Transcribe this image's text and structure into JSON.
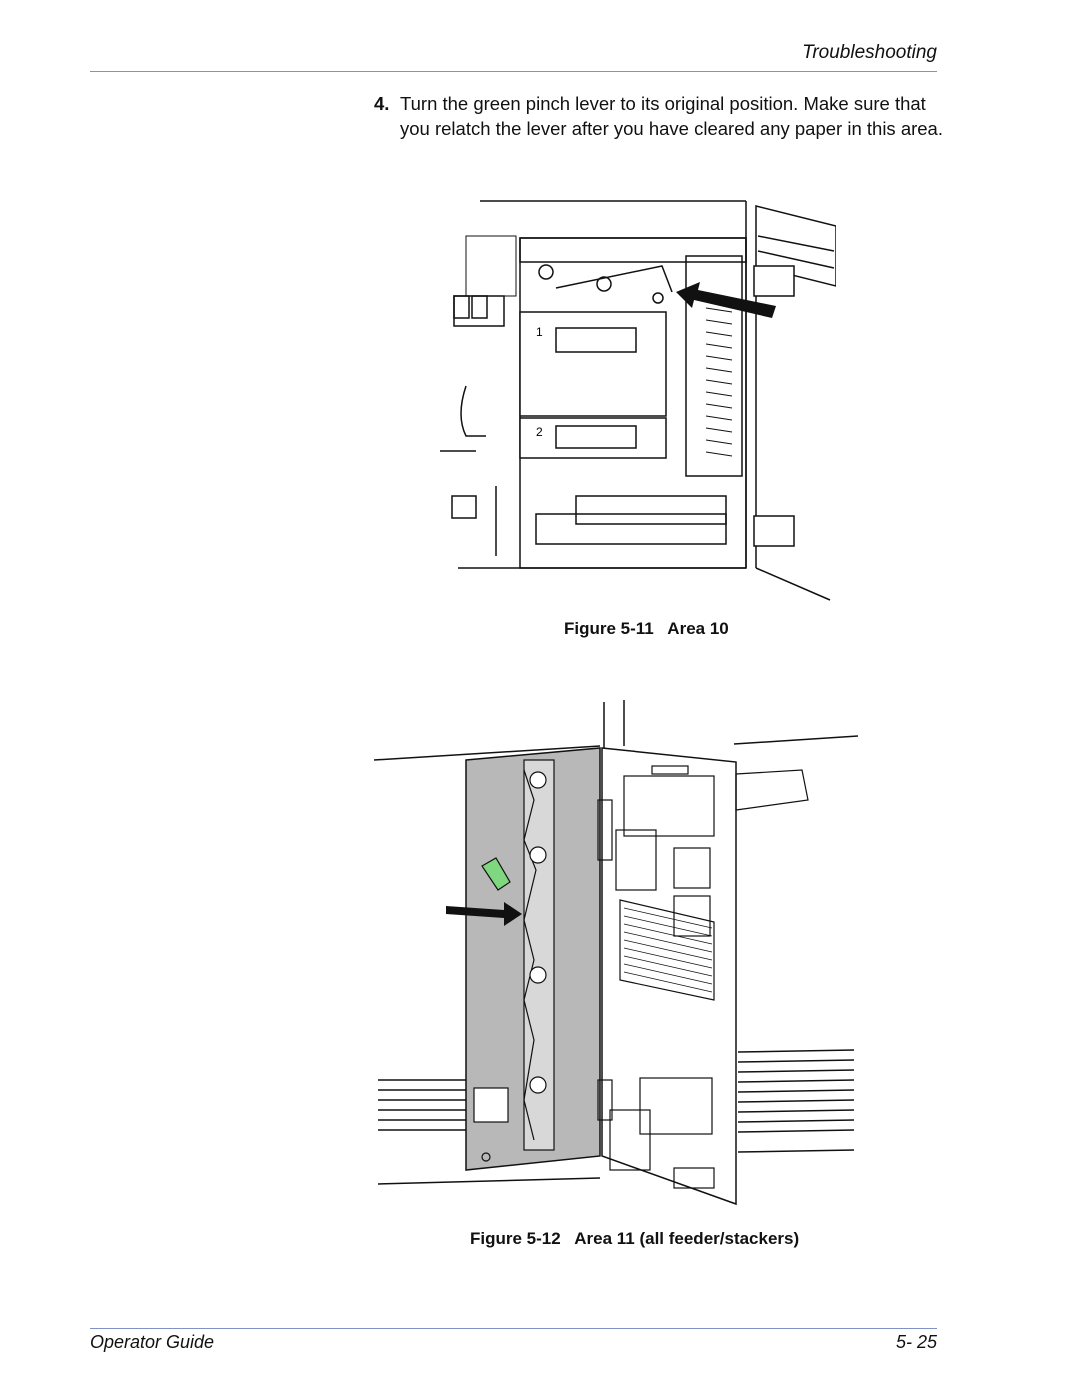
{
  "header": {
    "section_title": "Troubleshooting"
  },
  "step": {
    "number": "4.",
    "text": "Turn the green pinch lever to its original position. Make sure that you relatch the lever after you have cleared any paper in this area."
  },
  "figure_1": {
    "caption": "Figure 5-11   Area 10",
    "drawer_labels": [
      "1",
      "2"
    ]
  },
  "figure_2": {
    "caption": "Figure 5-12   Area 11 (all feeder/stackers)"
  },
  "footer": {
    "guide_name": "Operator Guide",
    "page_number": "5- 25"
  },
  "colors": {
    "rule": "#7f93c7",
    "lever_green": "#7fd87f",
    "panel_gray": "#b8b8b8"
  }
}
